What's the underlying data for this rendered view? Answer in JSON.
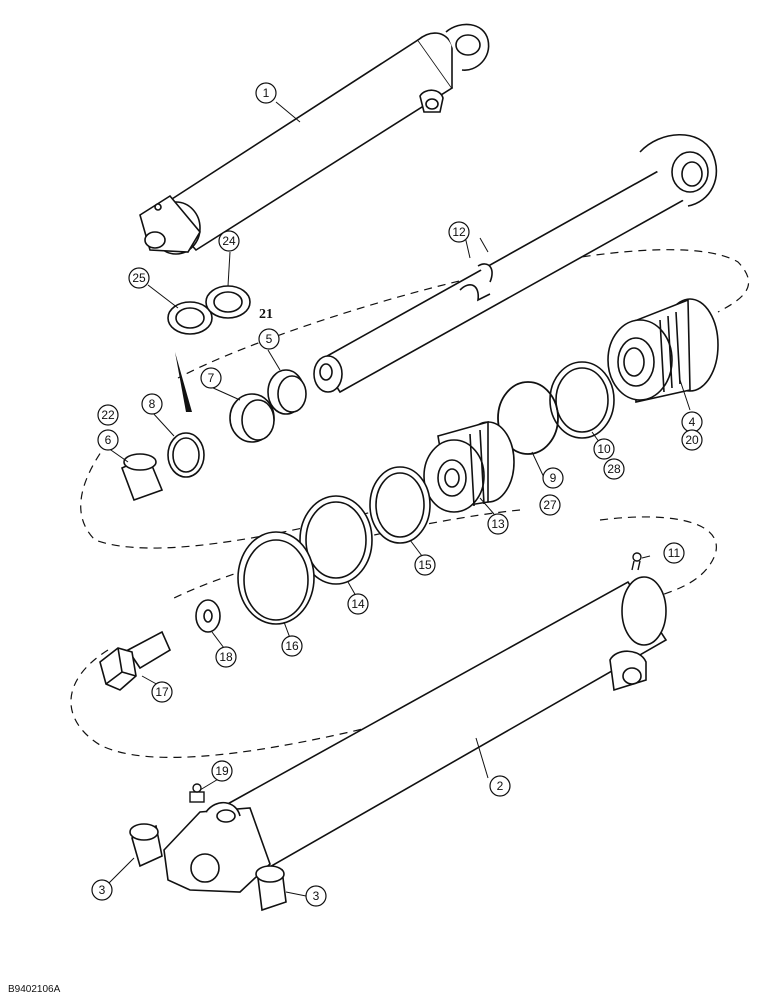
{
  "callouts": {
    "c1": "1",
    "c2": "2",
    "c3a": "3",
    "c3b": "3",
    "c4": "4",
    "c5": "5",
    "c6": "6",
    "c7": "7",
    "c8": "8",
    "c9": "9",
    "c10": "10",
    "c11": "11",
    "c12": "12",
    "c13": "13",
    "c14": "14",
    "c15": "15",
    "c16": "16",
    "c17": "17",
    "c18": "18",
    "c19": "19",
    "c20": "20",
    "c22": "22",
    "c24": "24",
    "c25": "25",
    "c27": "27",
    "c28": "28"
  },
  "bold_label": "21",
  "drawing_code": "B9402106A",
  "colors": {
    "ink": "#111111",
    "paper": "#ffffff",
    "shade": "#e6e6e6"
  }
}
